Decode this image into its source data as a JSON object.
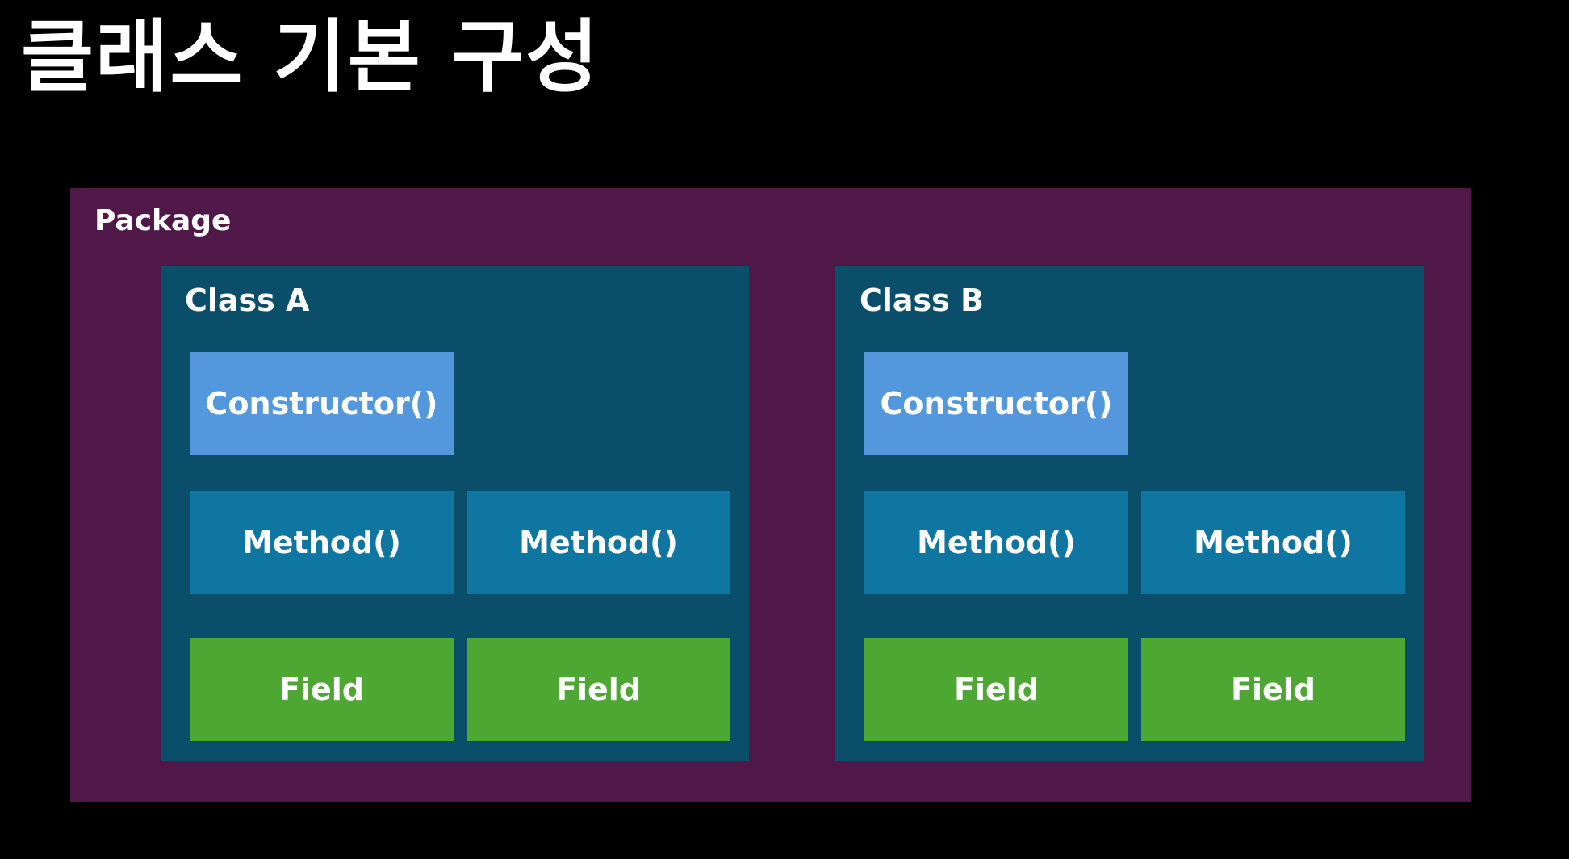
{
  "title": "클래스 기본 구성",
  "package": {
    "label": "Package"
  },
  "classes": [
    {
      "label": "Class A",
      "constructor": "Constructor()",
      "methods": [
        "Method()",
        "Method()"
      ],
      "fields": [
        "Field",
        "Field"
      ]
    },
    {
      "label": "Class B",
      "constructor": "Constructor()",
      "methods": [
        "Method()",
        "Method()"
      ],
      "fields": [
        "Field",
        "Field"
      ]
    }
  ],
  "colors": {
    "background": "#000000",
    "package": "#501848",
    "class": "#0a4e69",
    "constructor": "#5398dc",
    "method": "#0f76a2",
    "field": "#4ea733"
  }
}
